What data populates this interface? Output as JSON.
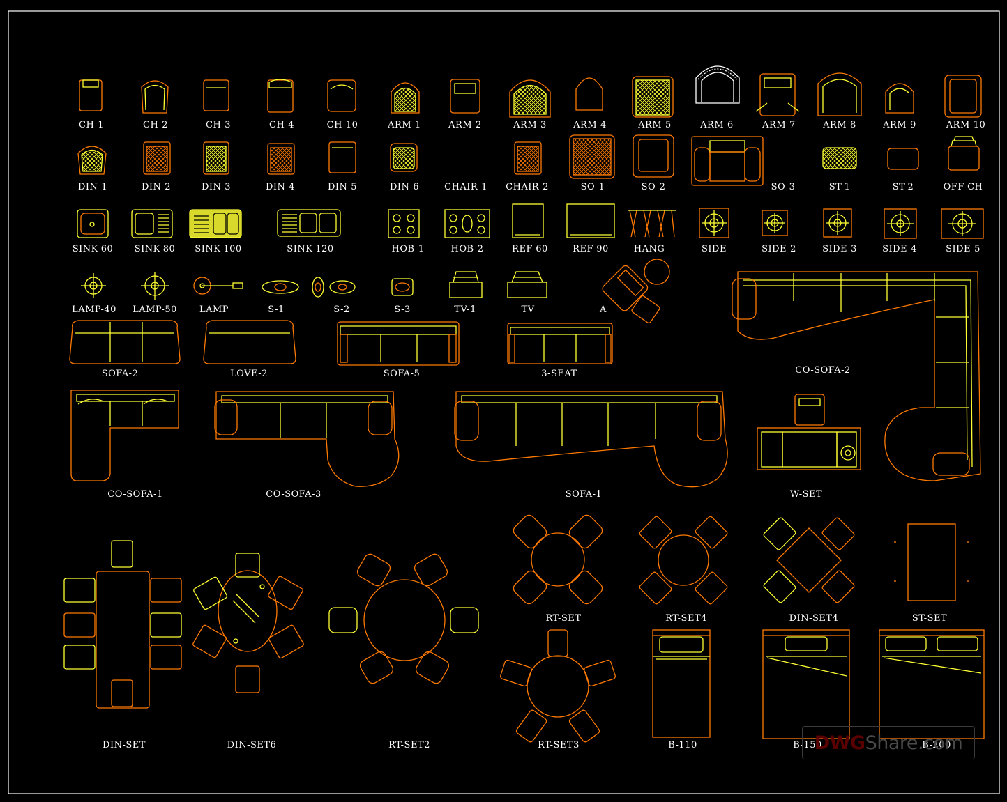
{
  "colors": {
    "background": "#000000",
    "frame": "#ffffff",
    "orange": "#ff7a00",
    "yellow": "#ffff33",
    "white": "#ffffff",
    "label": "#ffffff"
  },
  "labels": {
    "ch1": "CH-1",
    "ch2": "CH-2",
    "ch3": "CH-3",
    "ch4": "CH-4",
    "ch10": "CH-10",
    "arm1": "ARM-1",
    "arm2": "ARM-2",
    "arm3": "ARM-3",
    "arm4": "ARM-4",
    "arm5": "ARM-5",
    "arm6": "ARM-6",
    "arm7": "ARM-7",
    "arm8": "ARM-8",
    "arm9": "ARM-9",
    "arm10": "ARM-10",
    "din1": "DIN-1",
    "din2": "DIN-2",
    "din3": "DIN-3",
    "din4": "DIN-4",
    "din5": "DIN-5",
    "din6": "DIN-6",
    "chair1": "CHAIR-1",
    "chair2": "CHAIR-2",
    "so1": "SO-1",
    "so2": "SO-2",
    "so3": "SO-3",
    "st1": "ST-1",
    "st2": "ST-2",
    "offch": "OFF-CH",
    "sink60": "SINK-60",
    "sink80": "SINK-80",
    "sink100": "SINK-100",
    "sink120": "SINK-120",
    "hob1": "HOB-1",
    "hob2": "HOB-2",
    "ref60": "REF-60",
    "ref90": "REF-90",
    "hang": "HANG",
    "side": "SIDE",
    "side2": "SIDE-2",
    "side3": "SIDE-3",
    "side4": "SIDE-4",
    "side5": "SIDE-5",
    "lamp40": "LAMP-40",
    "lamp50": "LAMP-50",
    "lamp": "LAMP",
    "s1": "S-1",
    "s2": "S-2",
    "s3": "S-3",
    "tv1": "TV-1",
    "tv": "TV",
    "a": "A",
    "sofa2": "SOFA-2",
    "love2": "LOVE-2",
    "sofa5": "SOFA-5",
    "seat3": "3-SEAT",
    "cosofa2": "CO-SOFA-2",
    "cosofa1": "CO-SOFA-1",
    "cosofa3": "CO-SOFA-3",
    "sofa1": "SOFA-1",
    "wset": "W-SET",
    "rtset": "RT-SET",
    "rtset4": "RT-SET4",
    "dinset4": "DIN-SET4",
    "stset": "ST-SET",
    "dinset": "DIN-SET",
    "dinset6": "DIN-SET6",
    "rtset2": "RT-SET2",
    "rtset3": "RT-SET3",
    "b110": "B-110",
    "b150": "B-150",
    "b200": "B-200"
  },
  "watermark": {
    "part1": "DWG",
    "part2": "Share.com"
  }
}
